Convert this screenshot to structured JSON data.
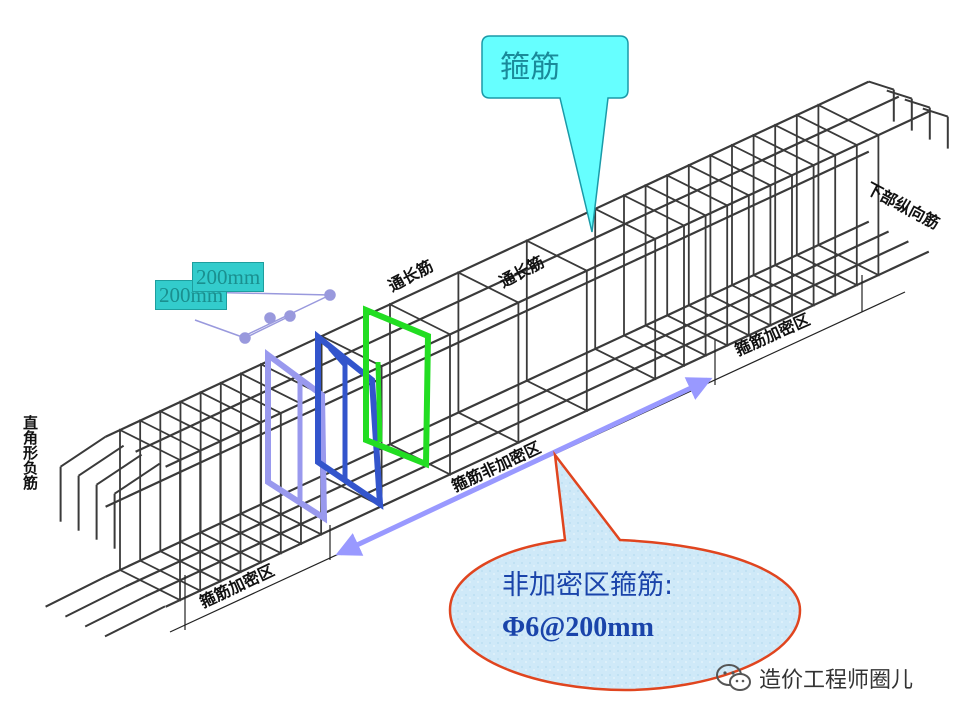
{
  "callout_top": {
    "text": "箍筋"
  },
  "callout_bottom": {
    "line1": "非加密区箍筋:",
    "line2": "Φ6@200mm"
  },
  "labels": {
    "left_vertical": "直角形负筋",
    "through_bar_1": "通长筋",
    "through_bar_2": "通长筋",
    "lower_long_bar": "下部纵向筋",
    "dense_zone_right": "箍筋加密区",
    "non_dense_zone": "箍筋非加密区",
    "dense_zone_left": "箍筋加密区"
  },
  "dimensions": {
    "front": "200mm",
    "back": "200mm"
  },
  "watermark": {
    "text": "造价工程师圈儿",
    "icon": "wechat-icon"
  },
  "colors": {
    "callout_fill": "#66ffff",
    "bubble_fill": "#cce8f8",
    "bubble_border": "#e0451f",
    "stirrup_lavender": "#9999ee",
    "stirrup_blue": "#3355cc",
    "stirrup_green": "#22dd22",
    "arrow": "#9999ff",
    "steel": "#3a3a3a"
  }
}
